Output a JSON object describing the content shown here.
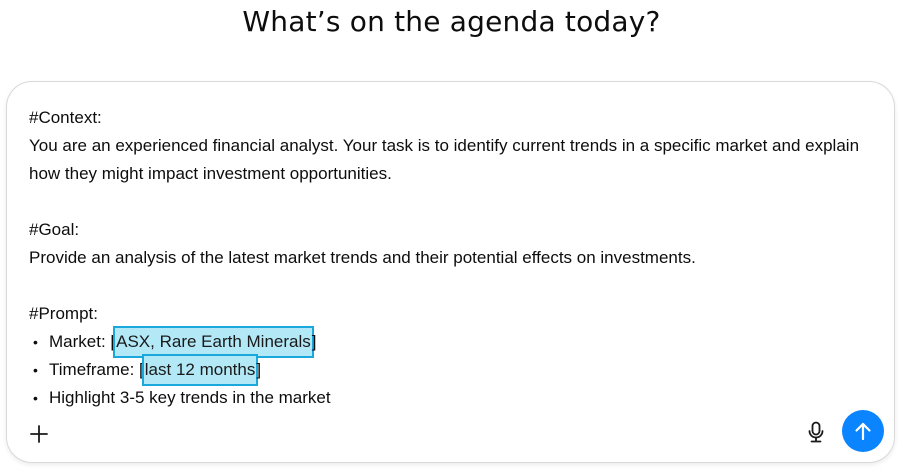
{
  "header": {
    "title": "What’s on the agenda today?"
  },
  "composer": {
    "context_label": "#Context:",
    "context_text": "You are an experienced financial analyst. Your task is to identify current trends in a specific market and explain how they might impact investment opportunities.",
    "goal_label": "#Goal:",
    "goal_text": "Provide an analysis of the latest market trends and their potential effects on investments.",
    "prompt_label": "#Prompt:",
    "bullets": [
      {
        "prefix": "Market: [",
        "highlight": "ASX, Rare Earth Minerals",
        "suffix": "]"
      },
      {
        "prefix": "Timeframe: [",
        "highlight": "last 12 months",
        "suffix": "]"
      },
      {
        "text": "Highlight 3-5 key trends in the market"
      }
    ],
    "bullet_char": "•",
    "highlight_fill": "#b3e8f7",
    "highlight_border": "#1aa8dc"
  },
  "actions": {
    "attach_icon": "plus-icon",
    "voice_icon": "microphone-icon",
    "send_icon": "arrow-up-icon",
    "send_color": "#0a84ff"
  }
}
